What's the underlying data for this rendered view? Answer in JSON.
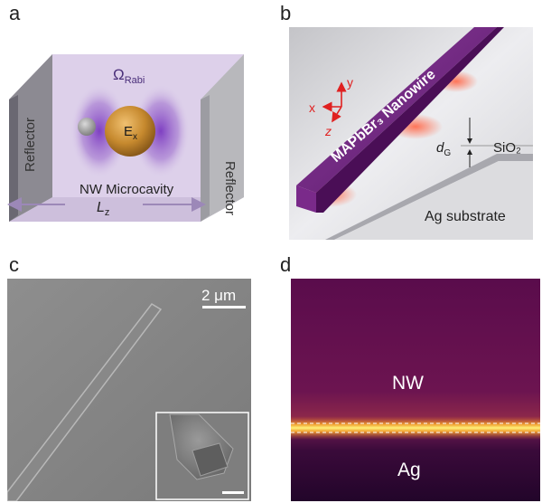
{
  "panels": {
    "a": {
      "letter": "a",
      "left_mirror": "Reflector",
      "right_mirror": "Reflector",
      "rabi_symbol": "Ω",
      "rabi_sub": "Rabi",
      "exciton_symbol": "E",
      "exciton_sub": "x",
      "cavity_label": "NW Microcavity",
      "length_symbol": "L",
      "length_sub": "z"
    },
    "b": {
      "letter": "b",
      "nanowire_label": "MAPbBr₃ Nanowire",
      "axis_x": "x",
      "axis_y": "y",
      "axis_z": "z",
      "gap_symbol": "d",
      "gap_sub": "G",
      "spacer_label": "SiO₂",
      "substrate_label": "Ag substrate"
    },
    "c": {
      "letter": "c",
      "scale_bar_label": "2 μm"
    },
    "d": {
      "letter": "d",
      "upper_label": "NW",
      "lower_label": "Ag"
    }
  },
  "colors": {
    "cavity_fill": "#ddd0ea",
    "cavity_edge": "#9c88b8",
    "exciton_gold": "#c6892e",
    "nanowire_purple": "#6a1d7a",
    "axis_red": "#e02020",
    "field_top": "#5a0c4c",
    "field_bottom": "#22052a",
    "gap_glow": "#f4e35a"
  }
}
